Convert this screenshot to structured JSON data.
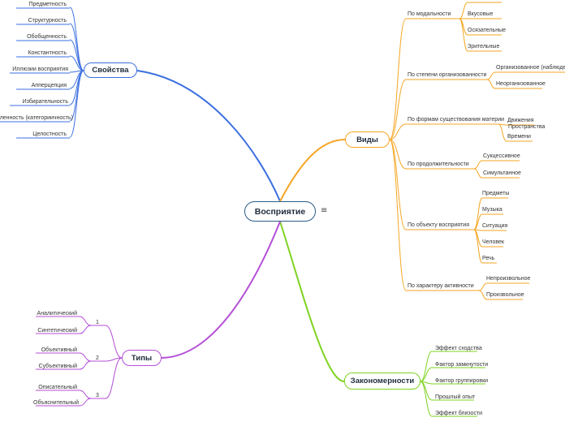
{
  "central": {
    "label": "Восприятие",
    "menu_icon": "hamburger-icon"
  },
  "colors": {
    "svoistva": "#3b6fe0",
    "vidy": "#f5a623",
    "zakonomernosti": "#7ed321",
    "tipy": "#b44fd6"
  },
  "svoistva": {
    "label": "Свойства",
    "items": [
      "Предметность",
      "Структурность",
      "Обобщенность",
      "Константность",
      "Иллюзии восприятия",
      "Апперцепция",
      "Избирательность",
      "Осмысленность (категориичность)",
      "Целостность"
    ]
  },
  "vidy": {
    "label": "Виды",
    "groups": [
      {
        "label": "По модальности",
        "items": [
          "Вкусовые",
          "Осязательные",
          "Зрительные"
        ]
      },
      {
        "label": "По степени организованности",
        "items": [
          "Организованное (наблюдение)",
          "Неорганизованное"
        ]
      },
      {
        "label": "По формам существования материи",
        "items": [
          "Пространства",
          "Движения",
          "Времени"
        ]
      },
      {
        "label": "По продолжительности",
        "items": [
          "Сукцессивное",
          "Симультанное"
        ]
      },
      {
        "label": "По объекту восприятия",
        "items": [
          "Предметы",
          "Музыка",
          "Ситуация",
          "Человек",
          "Речь"
        ]
      },
      {
        "label": "По характеру активности",
        "items": [
          "Непроизвольное",
          "Произвольное"
        ]
      }
    ]
  },
  "zakonomernosti": {
    "label": "Закономерности",
    "items": [
      "Эффект сходства",
      "Фактор замкнутости",
      "Фактор группировки",
      "Прошлый опыт",
      "Эффект близости"
    ]
  },
  "tipy": {
    "label": "Типы",
    "groups": [
      {
        "label": "1",
        "items": [
          "Аналитический",
          "Синтетический"
        ]
      },
      {
        "label": "2",
        "items": [
          "Объективный",
          "Субъективный"
        ]
      },
      {
        "label": "3",
        "items": [
          "Описательный",
          "Объяснительный"
        ]
      }
    ]
  }
}
